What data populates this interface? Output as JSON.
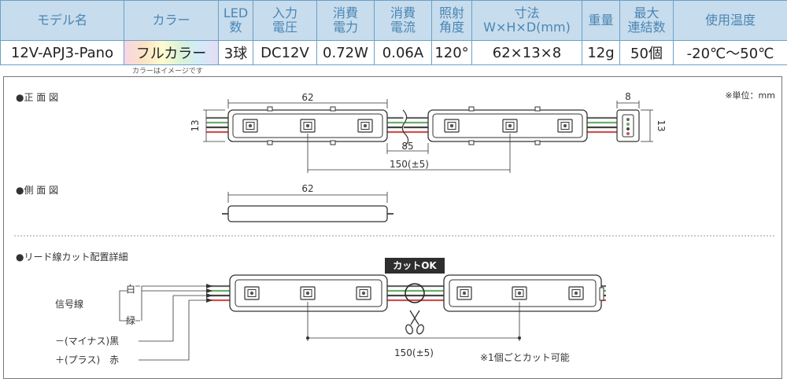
{
  "table": {
    "headers": [
      [
        "モデル名"
      ],
      [
        "カラー"
      ],
      [
        "LED",
        "数"
      ],
      [
        "入力",
        "電圧"
      ],
      [
        "消費",
        "電力"
      ],
      [
        "消費",
        "電流"
      ],
      [
        "照射",
        "角度"
      ],
      [
        "寸法",
        "W×H×D(mm)"
      ],
      [
        "重量"
      ],
      [
        "最大",
        "連結数"
      ],
      [
        "使用温度"
      ]
    ],
    "row": [
      "12V-APJ3-Pano",
      "フルカラー",
      "3球",
      "DC12V",
      "0.72W",
      "0.06A",
      "120°",
      "62×13×8",
      "12g",
      "50個",
      "-20℃〜50℃"
    ],
    "color_note": "カラーはイメージです"
  },
  "front": {
    "title": "●正 面 図",
    "unit": "※単位：mm",
    "width": "62",
    "height": "13",
    "gap": "85",
    "pitch": "150(±5)",
    "side_width": "8",
    "side_height": "13"
  },
  "side": {
    "title": "●側 面 図",
    "width": "62"
  },
  "cut": {
    "title": "●リード線カット配置詳細",
    "ok_label": "カットOK",
    "signal_label": "信号線",
    "wire_white": "白",
    "wire_green": "緑",
    "wire_black": "－(マイナス)黒",
    "wire_red": "＋(プラス)　赤",
    "pitch": "150(±5)",
    "note": "※1個ごとカット可能"
  }
}
